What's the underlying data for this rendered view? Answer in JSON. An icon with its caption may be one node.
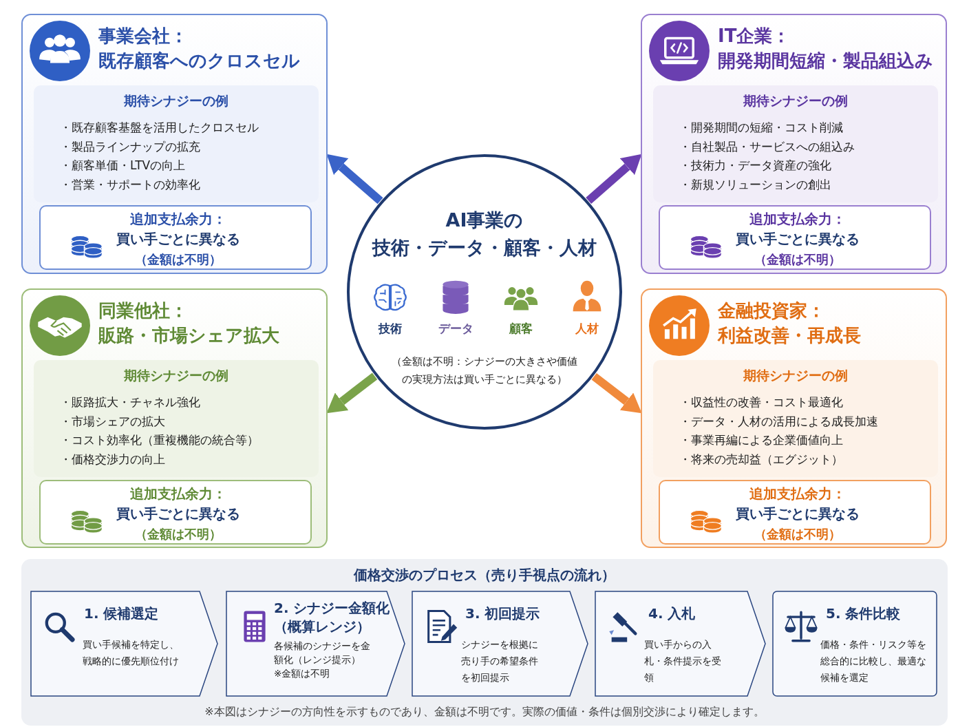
{
  "diagram": {
    "nodes": [
      {
        "text": [
          "AI事業の",
          "技術・データ・顧客・人材",
          "技術",
          "データ",
          "顧客",
          "人材",
          "（金額は不明：シナジーの大きさや価値の実現方法は買い手ごとに異なる）"
        ]
      },
      {
        "text": [
          "事業会社：",
          "既存顧客へのクロスセル"
        ]
      },
      {
        "text": [
          "期待シナジーの例",
          "・既存顧客基盤を活用したクロスセル",
          "・製品ラインナップの拡充",
          "・顧客単価・LTVの向上",
          "・営業・サポートの効率化"
        ],
        "in": 1
      },
      {
        "text": [
          "追加支払余力：",
          "買い手ごとに異なる",
          "（金額は不明）"
        ],
        "in": 1
      },
      {
        "text": [
          "IT企業：",
          "開発期間短縮・製品組込み"
        ]
      },
      {
        "text": [
          "期待シナジーの例",
          "・開発期間の短縮・コスト削減",
          "・自社製品・サービスへの組込み",
          "・技術力・データ資産の強化",
          "・新規ソリューションの創出"
        ],
        "in": 4
      },
      {
        "text": [
          "追加支払余力：",
          "買い手ごとに異なる",
          "（金額は不明）"
        ],
        "in": 4
      },
      {
        "text": [
          "同業他社：",
          "販路・市場シェア拡大"
        ]
      },
      {
        "text": [
          "期待シナジーの例",
          "・販路拡大・チャネル強化",
          "・市場シェアの拡大",
          "・コスト効率化（重複機能の統合等）",
          "・価格交渉力の向上"
        ],
        "in": 7
      },
      {
        "text": [
          "追加支払余力：",
          "買い手ごとに異なる",
          "（金額は不明）"
        ],
        "in": 7
      },
      {
        "text": [
          "金融投資家：",
          "利益改善・再成長"
        ]
      },
      {
        "text": [
          "期待シナジーの例",
          "・収益性の改善・コスト最適化",
          "・データ・人材の活用による成長加速",
          "・事業再編による企業価値向上",
          "・将来の売却益（エグジット）"
        ],
        "in": 10
      },
      {
        "text": [
          "追加支払余力：",
          "買い手ごとに異なる",
          "（金額は不明）"
        ],
        "in": 10
      },
      {
        "text": [
          "価格交渉のプロセス（売り手視点の流れ）",
          "※本図はシナジーの方向性を示すものであり、金額は不明です。実際の価値・条件は個別交渉により確定します。"
        ]
      },
      {
        "text": [
          "1. 候補選定",
          "買い手候補を特定し、戦略的に優先順位付け"
        ],
        "in": 13
      },
      {
        "text": [
          "2. シナジー金額化",
          "（概算レンジ）",
          "各候補のシナジーを金額化（レンジ提示）",
          "※金額は不明"
        ],
        "in": 13
      },
      {
        "text": [
          "3. 初回提示",
          "シナジーを根拠に売り手の希望条件を初回提示"
        ],
        "in": 13
      },
      {
        "text": [
          "4. 入札",
          "買い手からの入札・条件提示を受領"
        ],
        "in": 13
      },
      {
        "text": [
          "5. 条件比較",
          "価格・条件・リスク等を総合的に比較し、最適な候補を選定"
        ],
        "in": 13
      }
    ],
    "edges": [
      {
        "from": 0,
        "to": 1,
        "arrow": "to",
        "color": "#3a63c8"
      },
      {
        "from": 0,
        "to": 4,
        "arrow": "to",
        "color": "#6b3fb0"
      },
      {
        "from": 0,
        "to": 7,
        "arrow": "to",
        "color": "#7aa34a"
      },
      {
        "from": 0,
        "to": 10,
        "arrow": "to",
        "color": "#f08a3c"
      }
    ]
  }
}
